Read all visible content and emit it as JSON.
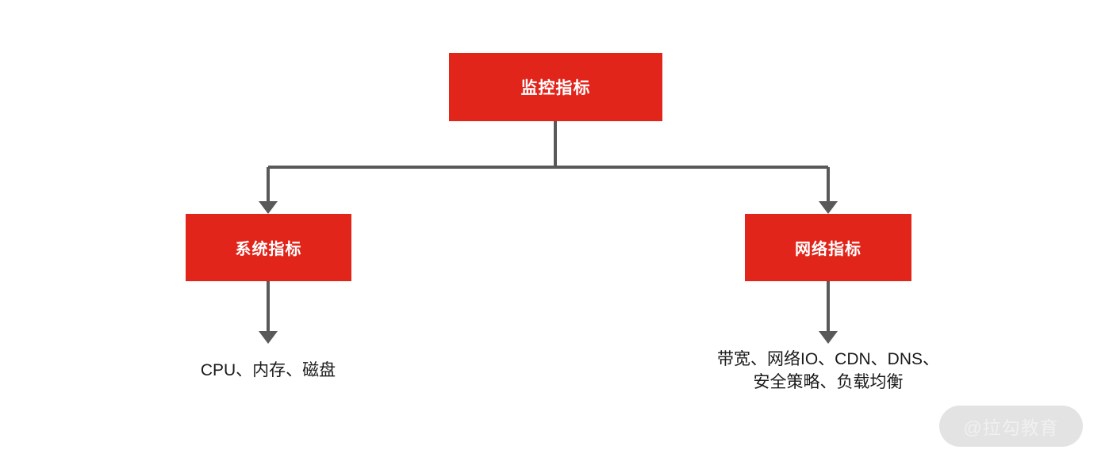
{
  "diagram": {
    "type": "tree",
    "background_color": "#FFFFFF",
    "node_color": "#E1251B",
    "node_text_color": "#FFFFFF",
    "connector_color": "#595959",
    "leaf_text_color": "#1A1A1A",
    "root": {
      "label": "监控指标"
    },
    "branches": [
      {
        "label": "系统指标",
        "leaf": "CPU、内存、磁盘"
      },
      {
        "label": "网络指标",
        "leaf": "带宽、网络IO、CDN、DNS、\n安全策略、负载均衡"
      }
    ]
  },
  "watermark": {
    "text": "@拉勾教育",
    "background_color": "#E3E3E3",
    "text_color": "#F0F0F0"
  }
}
